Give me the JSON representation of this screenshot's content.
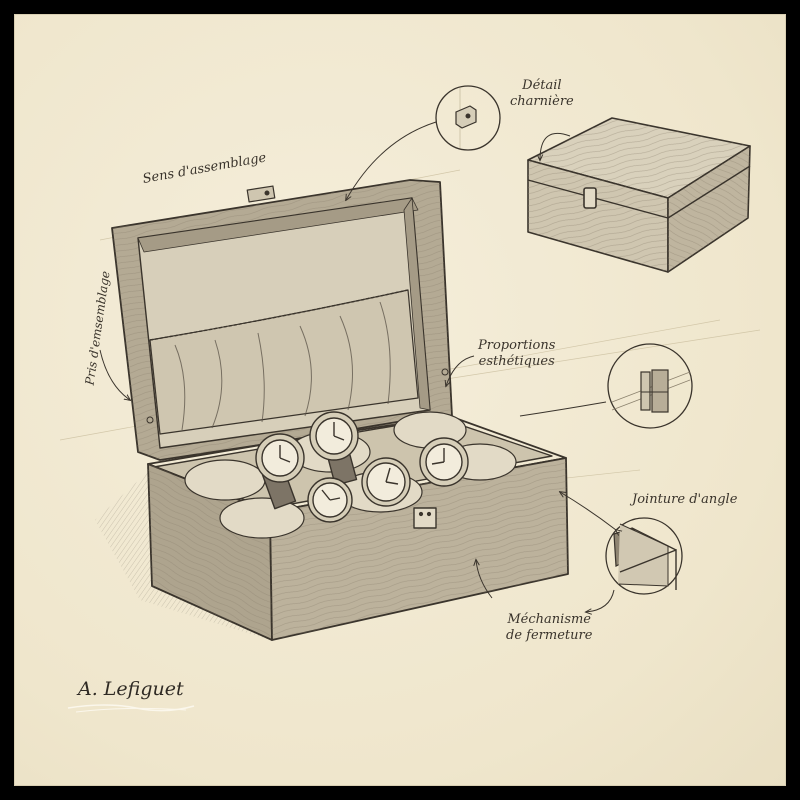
{
  "artwork": {
    "subject": "Wooden watch box design sketch",
    "style": "pencil sketch on cream paper",
    "colors": {
      "frame": "#000000",
      "paper": "#f1e9d2",
      "pencil": "#3a342c",
      "wood_light": "#cfc5ae",
      "wood_mid": "#a79d88",
      "cushion": "#e2dac6"
    },
    "watch_count": 5,
    "pillow_count": 6
  },
  "annotations": {
    "hinge_detail": {
      "line1": "Détail",
      "line2": "charnière"
    },
    "assembly_direction": "Sens d'assemblage",
    "side_label": "Pris d'emsemblage",
    "aesthetic_proportions": {
      "line1": "Proportions",
      "line2": "esthétiques"
    },
    "corner_joint": "Jointure d'angle",
    "closing_mechanism": {
      "line1": "Méchanisme",
      "line2": "de fermeture"
    }
  },
  "detail_callouts": [
    {
      "name": "hinge-detail-circle",
      "depicts": "hinge"
    },
    {
      "name": "clasp-detail-circle",
      "depicts": "clasp"
    },
    {
      "name": "corner-joint-circle",
      "depicts": "mitred corner joint"
    }
  ],
  "signature": "A. Lefiguet"
}
